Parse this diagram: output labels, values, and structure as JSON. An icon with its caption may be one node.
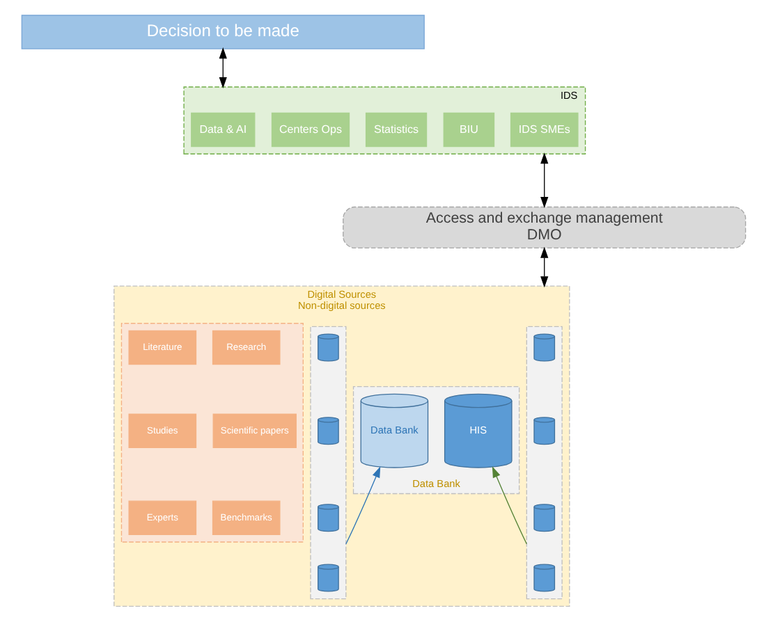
{
  "diagram": {
    "nodes": [
      {
        "text": [
          "Decision to be made"
        ]
      },
      {
        "text": [
          "IDS"
        ]
      },
      {
        "text": [
          "Data & AI"
        ],
        "in": 1
      },
      {
        "text": [
          "Centers Ops"
        ],
        "in": 1
      },
      {
        "text": [
          "Statistics"
        ],
        "in": 1
      },
      {
        "text": [
          "BIU"
        ],
        "in": 1
      },
      {
        "text": [
          "IDS SMEs"
        ],
        "in": 1
      },
      {
        "text": [
          "Access and exchange management",
          "DMO"
        ]
      },
      {
        "text": [
          "Digital Sources",
          "Non-digital sources"
        ]
      },
      {
        "text": [],
        "shape": "box",
        "in": 8
      },
      {
        "text": [],
        "shape": "cylinder",
        "in": 9
      },
      {
        "text": [],
        "shape": "cylinder",
        "in": 9
      },
      {
        "text": [],
        "shape": "cylinder",
        "in": 9
      },
      {
        "text": [],
        "shape": "cylinder",
        "in": 9
      },
      {
        "text": [
          "Data Bank"
        ],
        "in": 8
      },
      {
        "text": [
          "HIS"
        ],
        "in": 14
      },
      {
        "text": [
          "Data Bank"
        ],
        "in": 14
      },
      {
        "text": [],
        "shape": "box",
        "in": 8
      },
      {
        "text": [],
        "shape": "cylinder",
        "in": 17
      },
      {
        "text": [],
        "shape": "cylinder",
        "in": 17
      },
      {
        "text": [],
        "shape": "cylinder",
        "in": 17
      },
      {
        "text": [],
        "shape": "cylinder",
        "in": 17
      },
      {
        "text": [],
        "shape": "box",
        "in": 8
      },
      {
        "text": [
          "Literature"
        ],
        "in": 22
      },
      {
        "text": [
          "Research"
        ],
        "in": 22
      },
      {
        "text": [
          "Studies"
        ],
        "in": 22
      },
      {
        "text": [
          "Scientific papers"
        ],
        "in": 22
      },
      {
        "text": [
          "Experts"
        ],
        "in": 22
      },
      {
        "text": [
          "Benchmarks"
        ],
        "in": 22
      }
    ],
    "edges": [
      {
        "from": 0,
        "to": 1,
        "arrow": "both"
      },
      {
        "from": 1,
        "to": 7,
        "arrow": "both"
      },
      {
        "from": 7,
        "to": 8,
        "arrow": "both"
      },
      {
        "from": 9,
        "to": 15,
        "arrow": "to",
        "color": "#548235"
      },
      {
        "from": 17,
        "to": 16,
        "arrow": "to",
        "color": "#2e75b6"
      }
    ]
  }
}
